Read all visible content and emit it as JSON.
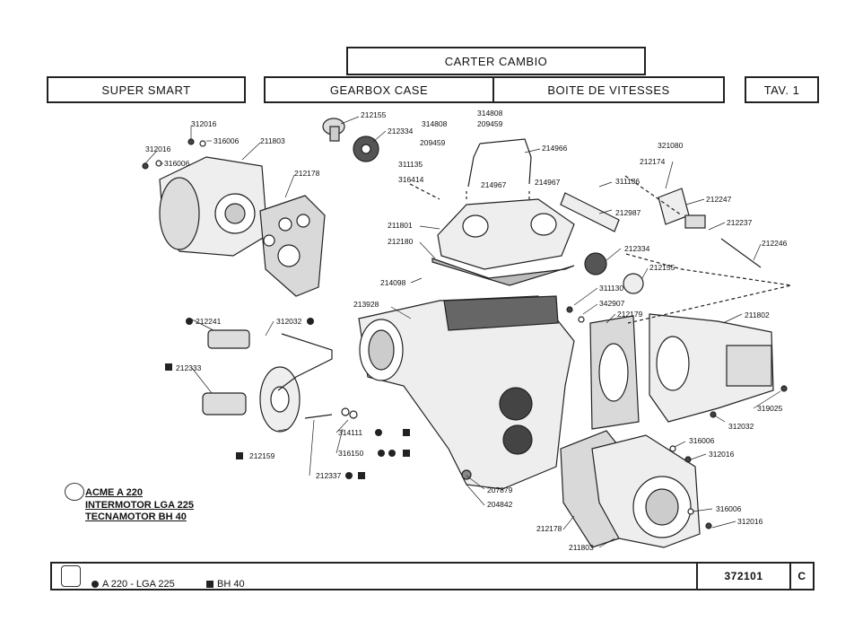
{
  "header": {
    "title_it": "CARTER CAMBIO",
    "model": "SUPER SMART",
    "title_en": "GEARBOX CASE",
    "title_fr": "BOITE DE VITESSES",
    "table": "TAV. 1"
  },
  "parts": [
    {
      "code": "312016"
    },
    {
      "code": "316006"
    },
    {
      "code": "312016"
    },
    {
      "code": "316006"
    },
    {
      "code": "211803"
    },
    {
      "code": "212155"
    },
    {
      "code": "212334"
    },
    {
      "code": "212178"
    },
    {
      "code": "314808"
    },
    {
      "code": "209459"
    },
    {
      "code": "314808"
    },
    {
      "code": "209459"
    },
    {
      "code": "214966"
    },
    {
      "code": "311135"
    },
    {
      "code": "316414"
    },
    {
      "code": "214967"
    },
    {
      "code": "214967"
    },
    {
      "code": "311136"
    },
    {
      "code": "321080"
    },
    {
      "code": "212174"
    },
    {
      "code": "212247"
    },
    {
      "code": "212237"
    },
    {
      "code": "212246"
    },
    {
      "code": "211801"
    },
    {
      "code": "212180"
    },
    {
      "code": "212987"
    },
    {
      "code": "212334"
    },
    {
      "code": "212155"
    },
    {
      "code": "214098"
    },
    {
      "code": "213928"
    },
    {
      "code": "311130"
    },
    {
      "code": "342907"
    },
    {
      "code": "212179"
    },
    {
      "code": "211802"
    },
    {
      "code": "212241"
    },
    {
      "code": "312032"
    },
    {
      "code": "212333"
    },
    {
      "code": "319025"
    },
    {
      "code": "312032"
    },
    {
      "code": "314111"
    },
    {
      "code": "316150"
    },
    {
      "code": "212159"
    },
    {
      "code": "212337"
    },
    {
      "code": "316006"
    },
    {
      "code": "312016"
    },
    {
      "code": "207879"
    },
    {
      "code": "204842"
    },
    {
      "code": "212178"
    },
    {
      "code": "211803"
    },
    {
      "code": "316006"
    },
    {
      "code": "312016"
    }
  ],
  "engines": {
    "line1": "ACME A 220",
    "line2": "INTERMOTOR LGA 225",
    "line3": "TECNAMOTOR BH 40"
  },
  "footer": {
    "legend_dot": "A 220 - LGA 225",
    "legend_square": "BH 40",
    "code": "372101",
    "rev": "C"
  }
}
